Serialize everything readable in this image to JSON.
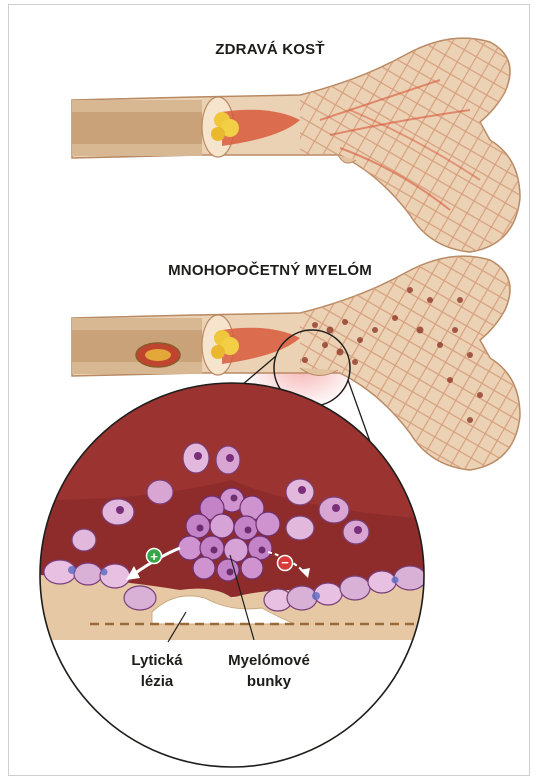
{
  "titles": {
    "healthy_bone": "ZDRAVÁ KOSŤ",
    "myeloma": "MNOHOPOČETNÝ MYELÓM"
  },
  "labels": {
    "lytic_lesion_line1": "Lytická",
    "lytic_lesion_line2": "lézia",
    "myeloma_cells_line1": "Myelómové",
    "myeloma_cells_line2": "bunky"
  },
  "signs": {
    "plus": "+",
    "minus": "−"
  },
  "colors": {
    "bone_tan": "#e8c7a4",
    "marrow_red": "#c9472f",
    "marrow_yellow": "#f0c73a",
    "myeloma_cell": "#c98bc8",
    "plus_green": "#3aa44a",
    "minus_red": "#d93a3a",
    "zoom_background": "#8e2c2c"
  }
}
